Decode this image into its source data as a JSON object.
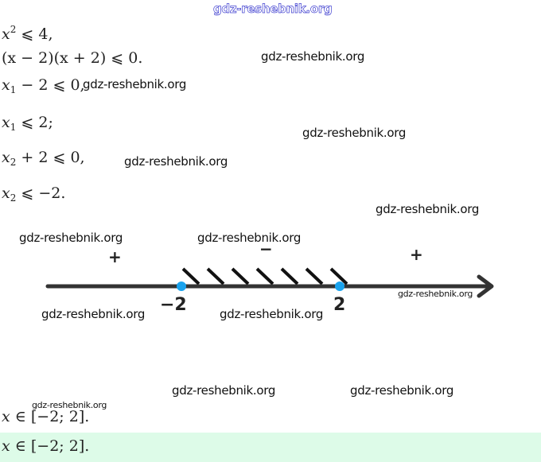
{
  "watermark": "gdz-reshebnik.org",
  "steps": {
    "s1": {
      "var": "x",
      "sup": "2",
      "rest": " ⩽ 4,"
    },
    "s2": {
      "text": "(x − 2)(x + 2) ⩽ 0."
    },
    "s3": {
      "var": "x",
      "sub": "1",
      "rest": " − 2 ⩽ 0,"
    },
    "s4": {
      "var": "x",
      "sub": "1",
      "rest": " ⩽ 2;"
    },
    "s5": {
      "var": "x",
      "sub": "2",
      "rest": " + 2 ⩽ 0,"
    },
    "s6": {
      "var": "x",
      "sub": "2",
      "rest": " ⩽ −2."
    }
  },
  "number_line": {
    "left_point_label": "−2",
    "right_point_label": "2",
    "left_point_value": -2,
    "right_point_value": 2,
    "signs": {
      "left": "+",
      "middle": "−",
      "right": "+"
    },
    "shaded_interval": [
      -2,
      2
    ],
    "hatch_count": 7,
    "point_color": "#1aa3ee",
    "line_color": "#333333"
  },
  "result": {
    "var": "x",
    "rest": " ∈ [−2;  2]."
  },
  "answer": {
    "var": "x",
    "rest": " ∈ [−2;  2]."
  },
  "answer_band_color": "#ddfbe8"
}
